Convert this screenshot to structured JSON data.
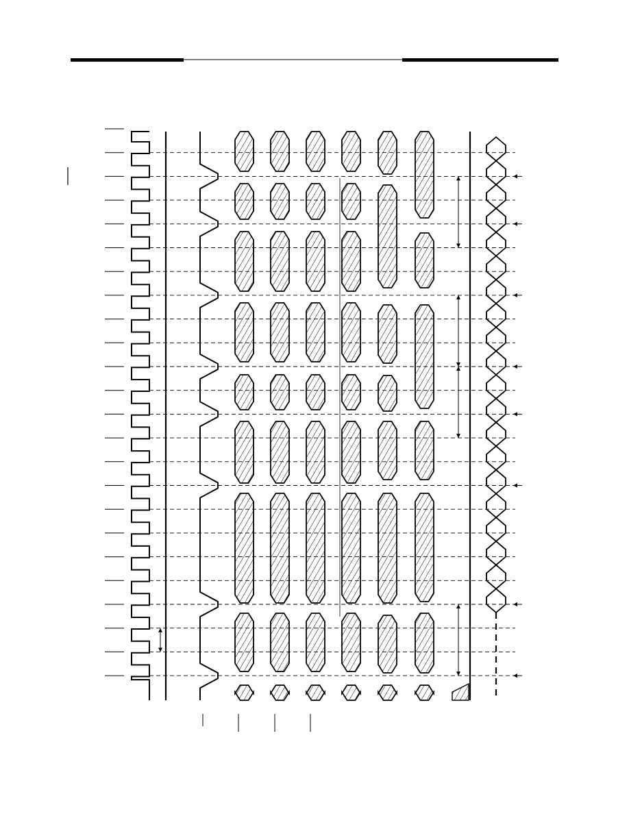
{
  "diagram": {
    "style": {
      "ink": "#000000",
      "hatch": "#000000",
      "background": "#ffffff"
    },
    "clock": {
      "period_count": 23
    },
    "signals": [
      {
        "kind": "clock-square"
      },
      {
        "kind": "static-high"
      },
      {
        "kind": "strobe-pulse"
      },
      {
        "kind": "bus-hatched"
      },
      {
        "kind": "bus-hatched"
      },
      {
        "kind": "bus-hatched"
      },
      {
        "kind": "bus-hatched"
      },
      {
        "kind": "bus-hatched-short"
      },
      {
        "kind": "bus-hatched-short"
      },
      {
        "kind": "static-high-with-end-transition"
      },
      {
        "kind": "data-cycles"
      }
    ]
  }
}
